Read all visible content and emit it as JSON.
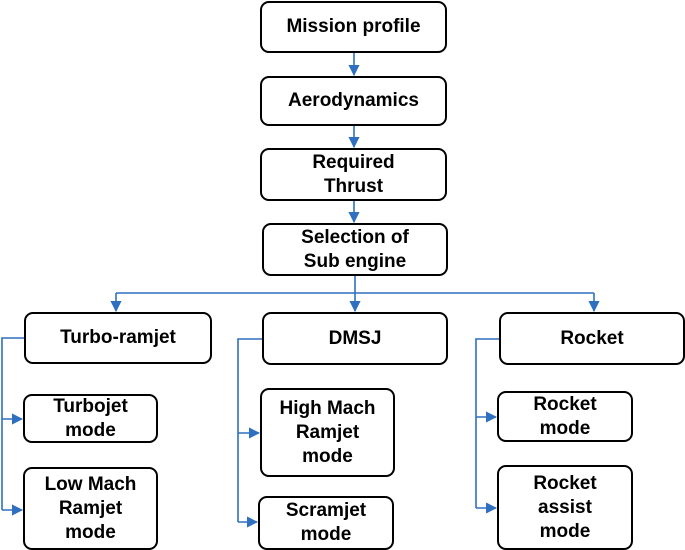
{
  "nodes": {
    "mission_profile": "Mission profile",
    "aerodynamics": "Aerodynamics",
    "required_thrust": "Required\nThrust",
    "selection": "Selection of\nSub engine",
    "turbo_ramjet": "Turbo-ramjet",
    "dmsj": "DMSJ",
    "rocket": "Rocket",
    "turbojet_mode": "Turbojet\nmode",
    "low_mach_ramjet": "Low Mach\nRamjet\nmode",
    "high_mach_ramjet": "High Mach\nRamjet\nmode",
    "scramjet_mode": "Scramjet\nmode",
    "rocket_mode": "Rocket\nmode",
    "rocket_assist": "Rocket\nassist\nmode"
  },
  "colors": {
    "connector": "#2e6fc0",
    "border": "#000000"
  }
}
